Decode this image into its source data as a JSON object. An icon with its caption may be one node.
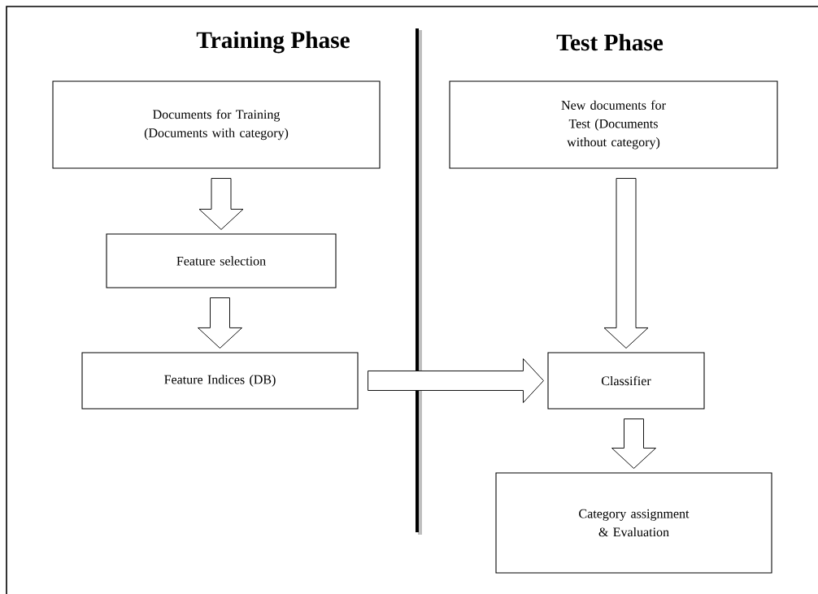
{
  "diagram": {
    "nodes": [
      {
        "text": [
          "Documents for Training (Documents with category)"
        ]
      },
      {
        "text": [
          "Feature selection"
        ]
      },
      {
        "text": [
          "Feature Indices (DB)"
        ]
      },
      {
        "text": [
          "New documents for Test (Documents without category)"
        ]
      },
      {
        "text": [
          "Classifier"
        ]
      },
      {
        "text": [
          "Category assignment & Evaluation"
        ]
      }
    ],
    "edges": [
      {
        "from": 0,
        "to": 1,
        "arrow": "to"
      },
      {
        "from": 1,
        "to": 2,
        "arrow": "to"
      },
      {
        "from": 3,
        "to": 4,
        "arrow": "to"
      },
      {
        "from": 2,
        "to": 4,
        "arrow": "to"
      },
      {
        "from": 4,
        "to": 5,
        "arrow": "to"
      }
    ],
    "labels": [
      "Training Phase",
      "Test Phase"
    ]
  }
}
